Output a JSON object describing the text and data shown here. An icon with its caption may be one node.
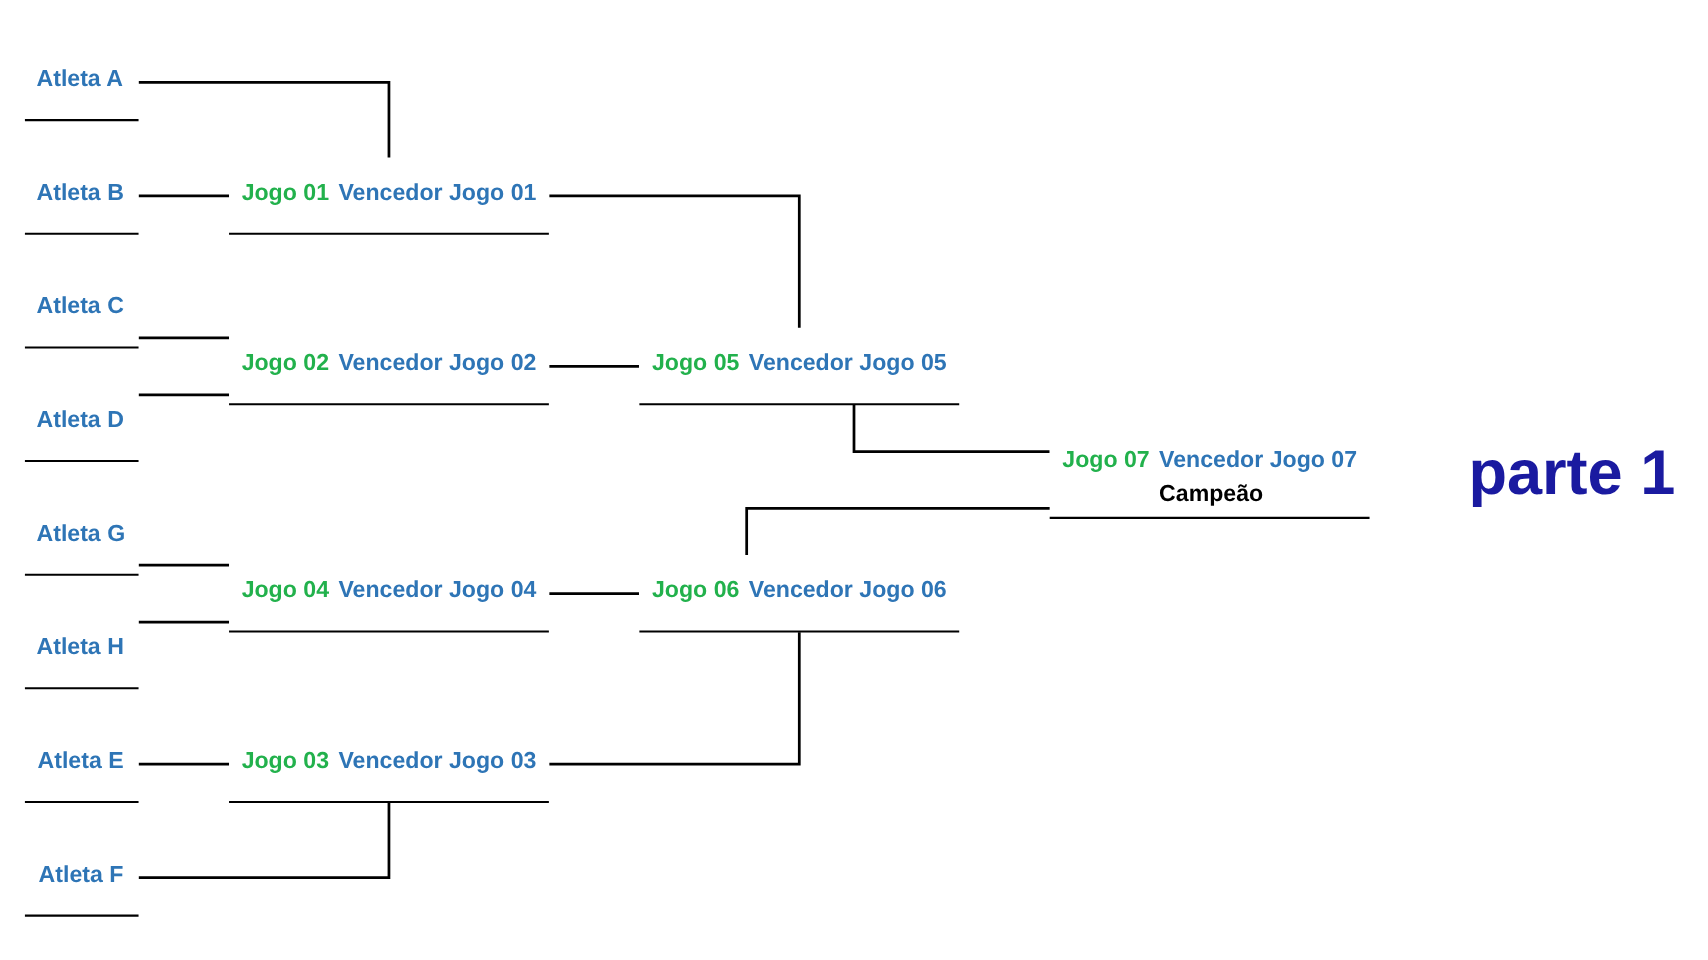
{
  "diagram": {
    "nodes": [
      {
        "text": [
          "Atleta A"
        ]
      },
      {
        "text": [
          "Atleta B"
        ]
      },
      {
        "text": [
          "Atleta C"
        ]
      },
      {
        "text": [
          "Atleta D"
        ]
      },
      {
        "text": [
          "Atleta E"
        ]
      },
      {
        "text": [
          "Atleta F"
        ]
      },
      {
        "text": [
          "Atleta G"
        ]
      },
      {
        "text": [
          "Atleta H"
        ]
      },
      {
        "text": [
          "Jogo 01",
          "Vencedor Jogo 01"
        ]
      },
      {
        "text": [
          "Jogo 02",
          "Vencedor Jogo 02"
        ]
      },
      {
        "text": [
          "Jogo 03",
          "Vencedor Jogo 03"
        ]
      },
      {
        "text": [
          "Jogo 04",
          "Vencedor Jogo 04"
        ]
      },
      {
        "text": [
          "Jogo 05",
          "Vencedor Jogo 05"
        ]
      },
      {
        "text": [
          "Jogo 06",
          "Vencedor Jogo 06"
        ]
      },
      {
        "text": [
          "Jogo 07",
          "Vencedor Jogo 07",
          "Campeão"
        ]
      }
    ],
    "edges": [
      {
        "from": 0,
        "to": 8,
        "arrow": "none"
      },
      {
        "from": 1,
        "to": 8,
        "arrow": "none"
      },
      {
        "from": 2,
        "to": 9,
        "arrow": "none"
      },
      {
        "from": 3,
        "to": 9,
        "arrow": "none"
      },
      {
        "from": 4,
        "to": 10,
        "arrow": "none"
      },
      {
        "from": 5,
        "to": 10,
        "arrow": "none"
      },
      {
        "from": 6,
        "to": 11,
        "arrow": "none"
      },
      {
        "from": 7,
        "to": 11,
        "arrow": "none"
      },
      {
        "from": 8,
        "to": 12,
        "arrow": "none"
      },
      {
        "from": 9,
        "to": 12,
        "arrow": "none"
      },
      {
        "from": 10,
        "to": 13,
        "arrow": "none"
      },
      {
        "from": 11,
        "to": 13,
        "arrow": "none"
      },
      {
        "from": 12,
        "to": 14,
        "arrow": "none"
      },
      {
        "from": 13,
        "to": 14,
        "arrow": "none"
      }
    ],
    "labels": [
      "parte 1"
    ]
  }
}
